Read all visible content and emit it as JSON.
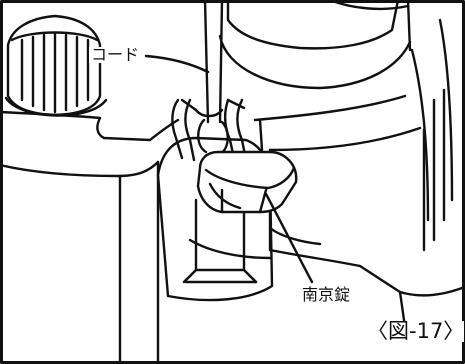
{
  "labels": {
    "cord": "コード",
    "padlock": "南京錠"
  },
  "figure_number": "〈図-17〉",
  "colors": {
    "ink": "#111111",
    "paper": "#ffffff"
  }
}
